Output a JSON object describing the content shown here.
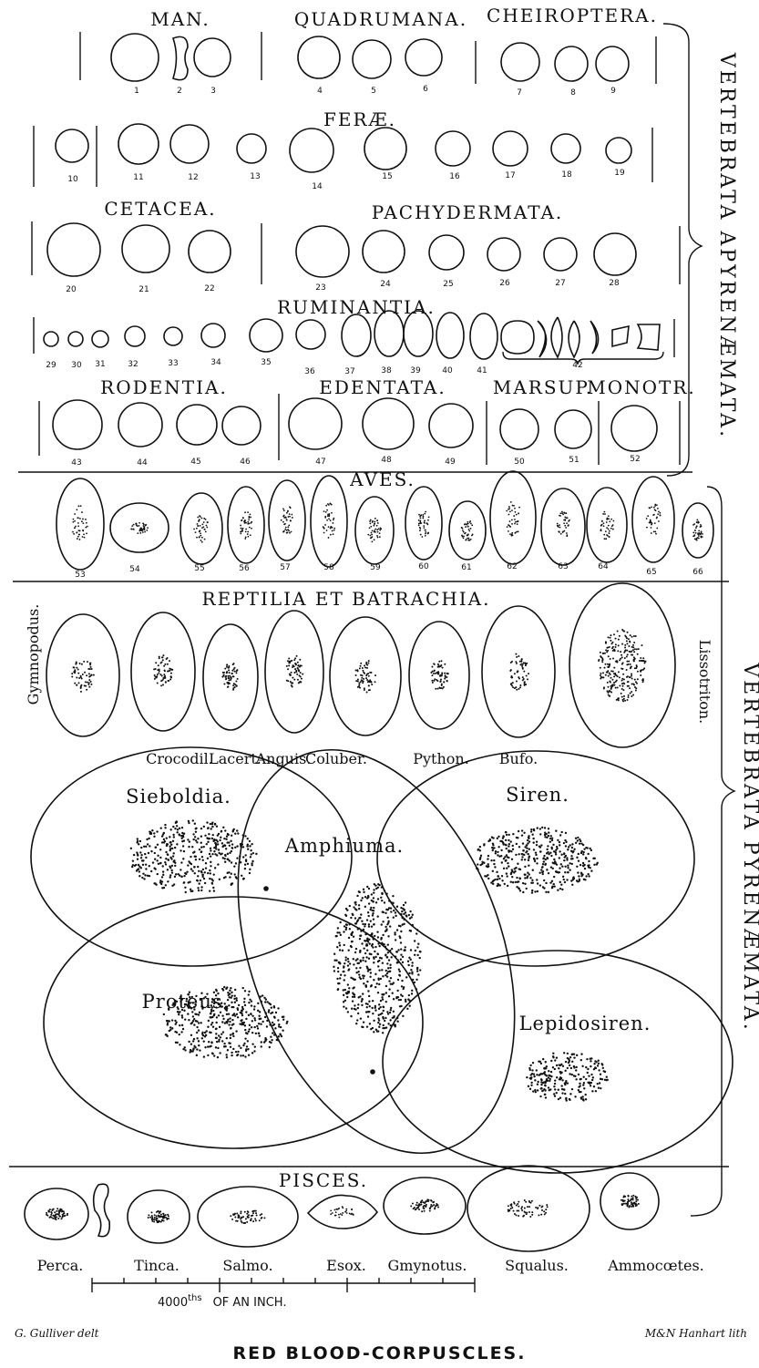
{
  "title": "RED BLOOD-CORPUSCLES.",
  "credits": {
    "left": "G. Gulliver delt",
    "right": "M&N Hanhart lith"
  },
  "side_labels": {
    "top": "VERTEBRATA APYRENÆMATA.",
    "bottom": "VERTEBRATA PYRENÆMATA."
  },
  "mammal_groups": {
    "man": "MAN.",
    "quadrumana": "QUADRUMANA.",
    "cheiroptera": "CHEIROPTERA.",
    "ferae": "FERÆ.",
    "cetacea": "CETACEA.",
    "pachydermata": "PACHYDERMATA.",
    "ruminantia": "RUMINANTIA.",
    "rodentia": "RODENTIA.",
    "edentata": "EDENTATA.",
    "marsup": "MARSUP.",
    "monotr": "MONOTR."
  },
  "aves": "AVES.",
  "reptilia": "REPTILIA ET BATRACHIA.",
  "reptile_side": {
    "left": "Gymnopodus.",
    "right": "Lissotriton."
  },
  "reptile_names": [
    "Crocodil.",
    "Lacert.",
    "Anguis.",
    "Coluber.",
    "Python.",
    "Bufo."
  ],
  "large_cells": [
    "Sieboldia.",
    "Siren.",
    "Amphiuma.",
    "Proteus.",
    "Lepidosiren."
  ],
  "pisces": "PISCES.",
  "fish_names": [
    "Perca.",
    "Tinca.",
    "Salmo.",
    "Esox.",
    "Gmynotus.",
    "Squalus.",
    "Ammocœtes."
  ],
  "scale": {
    "unit": "ths",
    "value": "4000",
    "text": "OF AN INCH."
  },
  "numbers": [
    "1",
    "2",
    "3",
    "4",
    "5",
    "6",
    "7",
    "8",
    "9",
    "10",
    "11",
    "12",
    "13",
    "14",
    "15",
    "16",
    "17",
    "18",
    "19",
    "20",
    "21",
    "22",
    "23",
    "24",
    "25",
    "26",
    "27",
    "28",
    "29",
    "30",
    "31",
    "32",
    "33",
    "34",
    "35",
    "36",
    "37",
    "38",
    "39",
    "40",
    "41",
    "42",
    "43",
    "44",
    "45",
    "46",
    "47",
    "48",
    "49",
    "50",
    "51",
    "52",
    "53",
    "54",
    "55",
    "56",
    "57",
    "58",
    "59",
    "60",
    "61",
    "62",
    "63",
    "64",
    "65",
    "66"
  ]
}
